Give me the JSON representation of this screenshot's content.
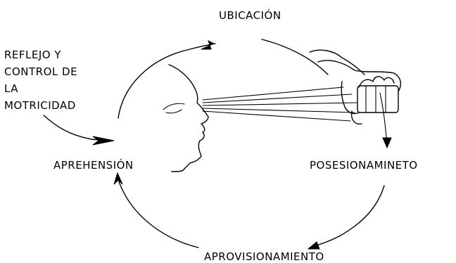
{
  "labels": {
    "ubicacion": "UBICACIÓN",
    "reflejo_lines": [
      "REFLEJO Y",
      "CONTROL DE",
      "LA",
      "MOTRICIDAD"
    ],
    "aprehension": "APREHENSIÓN",
    "posesionamiento": "POSESIONAMINETO",
    "aprovisionamiento": "APROVISIONAMIENTO"
  },
  "colors": {
    "ink": "#000000",
    "background": "#ffffff"
  }
}
